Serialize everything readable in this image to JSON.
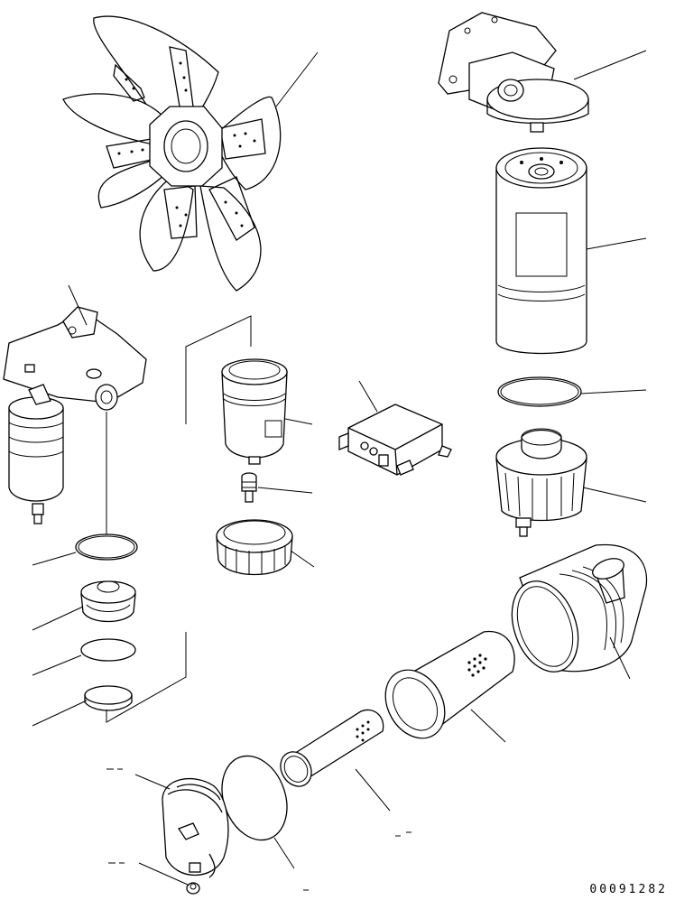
{
  "drawing": {
    "number": "00091282"
  },
  "parts": [
    {
      "id": "fan",
      "icon": "fan-icon"
    },
    {
      "id": "oil-filter-bracket",
      "icon": "bracket-icon"
    },
    {
      "id": "oil-filter-cartridge",
      "icon": "cartridge-icon"
    },
    {
      "id": "filter-o-ring",
      "icon": "o-ring-icon"
    },
    {
      "id": "filter-housing-bowl",
      "icon": "bowl-icon"
    },
    {
      "id": "fuel-filter-assembly",
      "icon": "fuel-filter-icon"
    },
    {
      "id": "water-separator-cartridge",
      "icon": "cartridge-icon"
    },
    {
      "id": "drain-valve",
      "icon": "valve-icon"
    },
    {
      "id": "retaining-ring-nut",
      "icon": "ring-nut-icon"
    },
    {
      "id": "controller-box",
      "icon": "controller-icon"
    },
    {
      "id": "air-cleaner-body",
      "icon": "air-cleaner-icon"
    },
    {
      "id": "outer-element",
      "icon": "element-icon"
    },
    {
      "id": "inner-element",
      "icon": "element-icon"
    },
    {
      "id": "gasket-disc",
      "icon": "gasket-icon"
    },
    {
      "id": "dust-cup-cover",
      "icon": "cover-icon"
    },
    {
      "id": "evacuator-valve",
      "icon": "valve-icon"
    }
  ]
}
